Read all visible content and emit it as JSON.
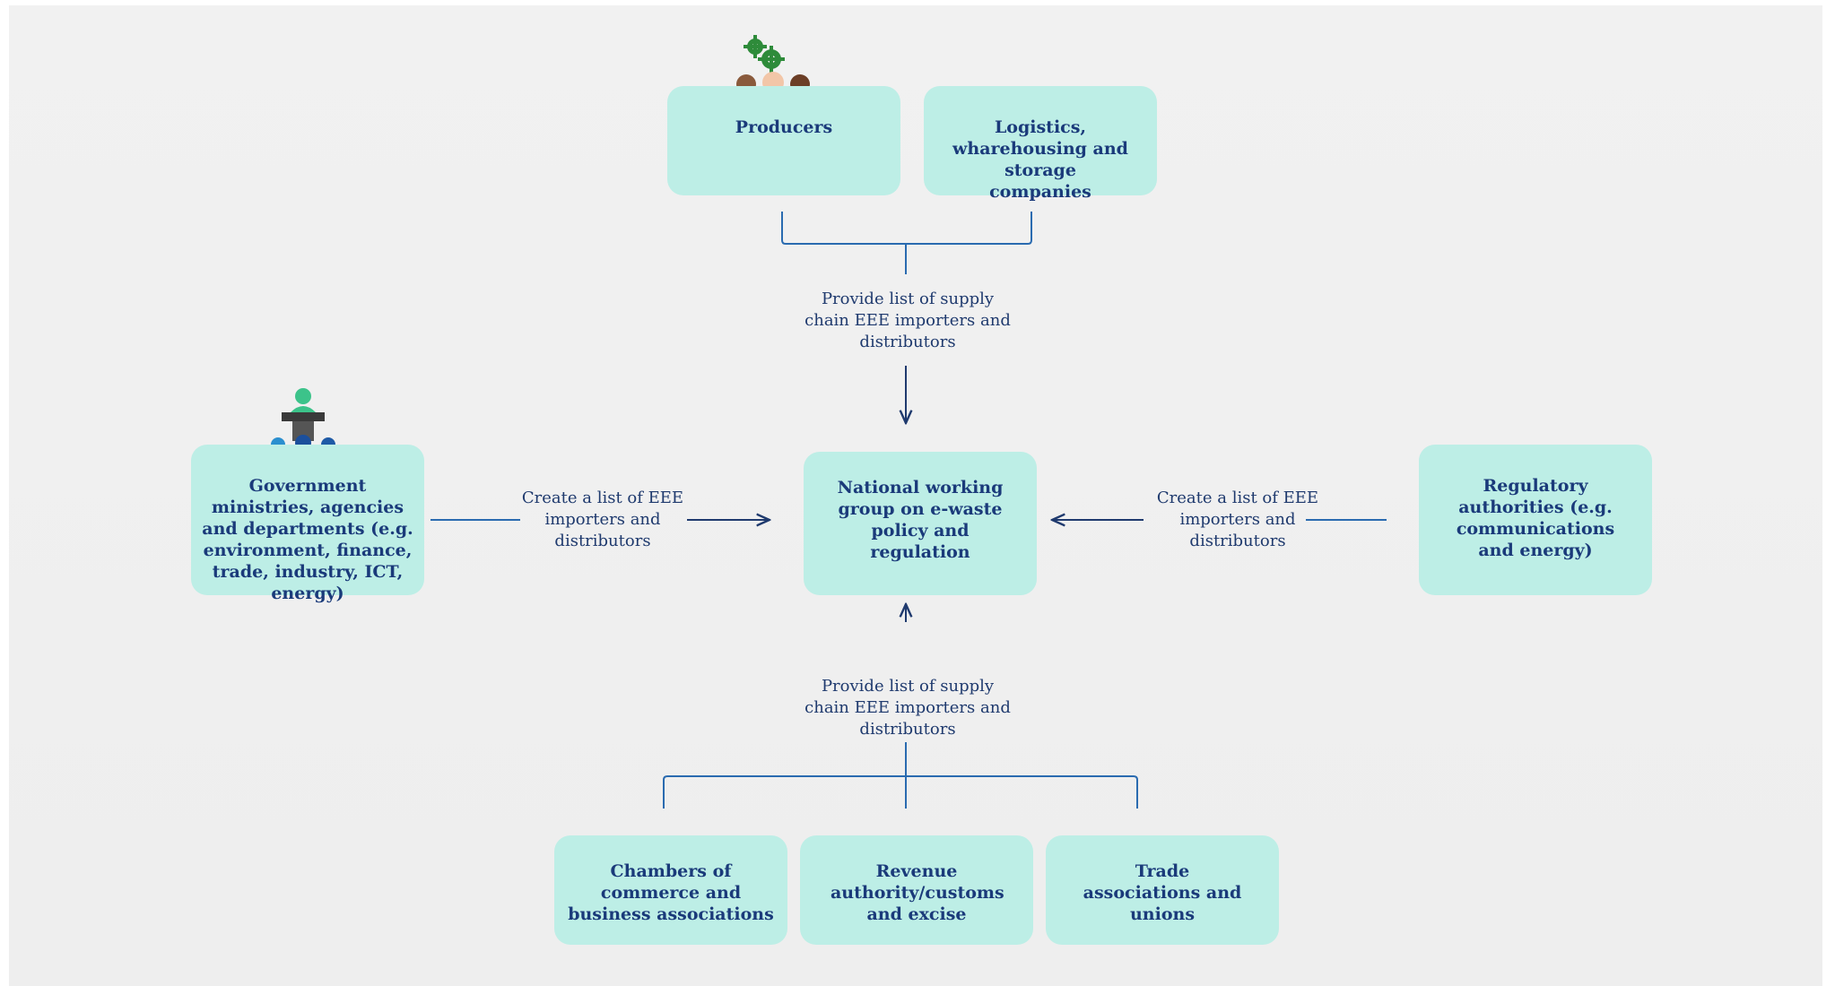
{
  "nodes": {
    "producers": "Producers",
    "logistics": "Logistics, wharehousing and storage companies",
    "government": "Government ministries, agencies and departments (e.g. environment, finance, trade, industry, ICT, energy)",
    "national": "National working group on e-waste policy and regulation",
    "regulatory": "Regulatory authorities (e.g. communications and energy)",
    "chambers": "Chambers of commerce and business associations",
    "revenue": "Revenue authority/customs and excise",
    "trade": "Trade associations and unions"
  },
  "edge_labels": {
    "top": "Provide list of supply chain EEE importers and distributors",
    "bottom": "Provide list of supply chain EEE importers and distributors",
    "left": "Create a list of EEE importers and distributors",
    "right": "Create a list of EEE importers and distributors"
  },
  "icons": {
    "producers": "people-with-gears-icon",
    "government": "speaker-at-podium-audience-icon"
  },
  "colors": {
    "box_fill": "#bdeee6",
    "box_text": "#1a3a7a",
    "line": "#2a6bb0",
    "arrow": "#1f3a6e",
    "label_text": "#1f3a6e"
  }
}
